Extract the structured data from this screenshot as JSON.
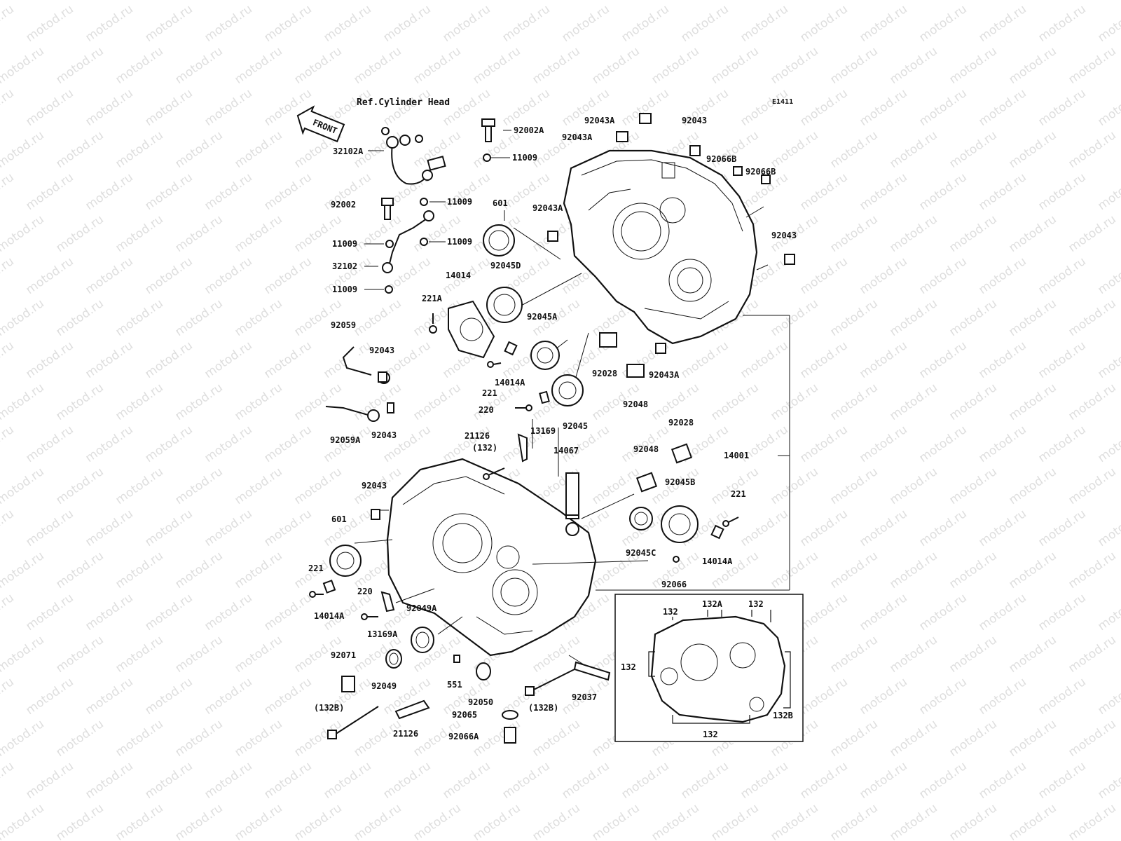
{
  "diagram": {
    "reference_label": "Ref.Cylinder Head",
    "figure_code": "E1411",
    "front_label": "FRONT",
    "watermark_text": "motod.ru",
    "colors": {
      "line": "#111111",
      "background": "#ffffff",
      "watermark": "#c4c4c4"
    }
  },
  "parts": [
    {
      "id": "p1",
      "label": "92002A"
    },
    {
      "id": "p2",
      "label": "11009"
    },
    {
      "id": "p3",
      "label": "32102A"
    },
    {
      "id": "p4",
      "label": "92002"
    },
    {
      "id": "p5",
      "label": "11009"
    },
    {
      "id": "p6",
      "label": "601"
    },
    {
      "id": "p7",
      "label": "11009"
    },
    {
      "id": "p8",
      "label": "11009"
    },
    {
      "id": "p9",
      "label": "32102"
    },
    {
      "id": "p10",
      "label": "11009"
    },
    {
      "id": "p11",
      "label": "14014"
    },
    {
      "id": "p12",
      "label": "92045D"
    },
    {
      "id": "p13",
      "label": "221A"
    },
    {
      "id": "p14",
      "label": "92045A"
    },
    {
      "id": "p15",
      "label": "92059"
    },
    {
      "id": "p16",
      "label": "92043"
    },
    {
      "id": "p17",
      "label": "221"
    },
    {
      "id": "p18",
      "label": "14014A"
    },
    {
      "id": "p19",
      "label": "220"
    },
    {
      "id": "p20",
      "label": "92045"
    },
    {
      "id": "p21",
      "label": "13169"
    },
    {
      "id": "p22",
      "label": "92059A"
    },
    {
      "id": "p23",
      "label": "92043"
    },
    {
      "id": "p24",
      "label": "21126"
    },
    {
      "id": "p25",
      "label": "(132)"
    },
    {
      "id": "p26",
      "label": "14067"
    },
    {
      "id": "p27",
      "label": "92043A"
    },
    {
      "id": "p28",
      "label": "92043A"
    },
    {
      "id": "p29",
      "label": "92043"
    },
    {
      "id": "p30",
      "label": "92066B"
    },
    {
      "id": "p31",
      "label": "92066B"
    },
    {
      "id": "p32",
      "label": "92043A"
    },
    {
      "id": "p33",
      "label": "92043"
    },
    {
      "id": "p34",
      "label": "92028"
    },
    {
      "id": "p35",
      "label": "92043A"
    },
    {
      "id": "p36",
      "label": "92048"
    },
    {
      "id": "p37",
      "label": "92028"
    },
    {
      "id": "p38",
      "label": "92048"
    },
    {
      "id": "p39",
      "label": "92045B"
    },
    {
      "id": "p40",
      "label": "14001"
    },
    {
      "id": "p41",
      "label": "221"
    },
    {
      "id": "p42",
      "label": "92045C"
    },
    {
      "id": "p43",
      "label": "14014A"
    },
    {
      "id": "p44",
      "label": "92066"
    },
    {
      "id": "p45",
      "label": "92043"
    },
    {
      "id": "p46",
      "label": "601"
    },
    {
      "id": "p47",
      "label": "221"
    },
    {
      "id": "p48",
      "label": "14014A"
    },
    {
      "id": "p49",
      "label": "220"
    },
    {
      "id": "p50",
      "label": "13169A"
    },
    {
      "id": "p51",
      "label": "92049A"
    },
    {
      "id": "p52",
      "label": "92071"
    },
    {
      "id": "p53",
      "label": "92049"
    },
    {
      "id": "p54",
      "label": "551"
    },
    {
      "id": "p55",
      "label": "92050"
    },
    {
      "id": "p56",
      "label": "(132B)"
    },
    {
      "id": "p57",
      "label": "92037"
    },
    {
      "id": "p58",
      "label": "(132B)"
    },
    {
      "id": "p59",
      "label": "92065"
    },
    {
      "id": "p60",
      "label": "21126"
    },
    {
      "id": "p61",
      "label": "92066A"
    }
  ],
  "inset": {
    "labels": [
      {
        "id": "i1",
        "label": "132"
      },
      {
        "id": "i2",
        "label": "132A"
      },
      {
        "id": "i3",
        "label": "132"
      },
      {
        "id": "i4",
        "label": "132"
      },
      {
        "id": "i5",
        "label": "132B"
      },
      {
        "id": "i6",
        "label": "132"
      }
    ]
  }
}
